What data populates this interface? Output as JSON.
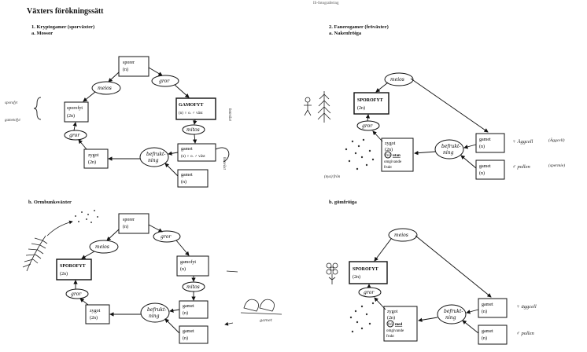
{
  "header": {
    "title": "Växters förökningssätt",
    "top_right": "IS-fotografering"
  },
  "sec1": {
    "heading": "1. Kryptogamer (sporväxter)",
    "a_label": "a. Mossor",
    "spores": [
      "sporer",
      "(n)"
    ],
    "sporophyte": [
      "sporofyt",
      "(2n)"
    ],
    "gametophyte": [
      "GAMOFYT",
      "(n) ♀ o. ♂ växt"
    ],
    "gamete1": [
      "gamet",
      "(n) ♀ o. ♂ växt"
    ],
    "gamete2": [
      "gamet",
      "(n)"
    ],
    "zygote": [
      "zygot",
      "(2n)"
    ],
    "fert": [
      "befrukt-",
      "ning"
    ],
    "meios": "meios",
    "mitos": "mitos",
    "gror1": "gror",
    "gror2": "gror",
    "hand_left1": "sporofyt",
    "hand_left2": "gametofyt",
    "hand_right1": "honväxt",
    "hand_right2": "hanväxt"
  },
  "secb": {
    "heading": "b. Ormbunksväxter",
    "spores": [
      "sporer",
      "(n)"
    ],
    "sporophyte": [
      "SPOROFYT",
      "(2n)"
    ],
    "gametophyte": [
      "gamofyt",
      "(n)"
    ],
    "gamete1": [
      "gamet",
      "(n)"
    ],
    "gamete2": [
      "gamet",
      "(n)"
    ],
    "zygote": [
      "zygot",
      "(2n)"
    ],
    "fert": [
      "befrukt-",
      "ning"
    ],
    "meios": "meios",
    "mitos": "mitos",
    "gror1": "gror",
    "gror2": "gror",
    "hand_right": "gamet"
  },
  "sec2": {
    "heading": "2. Fanerogamer (fröväxter)",
    "a_label": "a. Nakenfröiga",
    "sporophyte": [
      "SPOROFYT",
      "(2n)"
    ],
    "zygote": [
      "zygot",
      "(2n)",
      "frö",
      "omgivande",
      "frukt"
    ],
    "zygote_circled": "utan",
    "gamete1": [
      "gamet",
      "(n)"
    ],
    "gamete2": [
      "gamet",
      "(n)"
    ],
    "fert": [
      "befrukt-",
      "ning"
    ],
    "meios": "meios",
    "gror": "gror",
    "hand_egg": "♀ Äggcell",
    "hand_egg_note": "(Äggcell)",
    "hand_pollen": "♂ pollen",
    "hand_pollen_note": "(spermie)",
    "hand_seeds": "(nya) frön"
  },
  "sec2b": {
    "heading": "b. gömfröiga",
    "sporophyte": [
      "SPOROFYT",
      "(2n)"
    ],
    "zygote": [
      "zygot",
      "(2n)",
      "frö",
      "omgivande",
      "frukt"
    ],
    "zygote_circled": "med",
    "gamete1": [
      "gamet",
      "(n)"
    ],
    "gamete2": [
      "gamet",
      "(n)"
    ],
    "fert": [
      "befrukt-",
      "ning"
    ],
    "meios": "meios",
    "gror": "gror",
    "hand_egg": "♀ äggcell",
    "hand_pollen": "♂ pollen"
  }
}
